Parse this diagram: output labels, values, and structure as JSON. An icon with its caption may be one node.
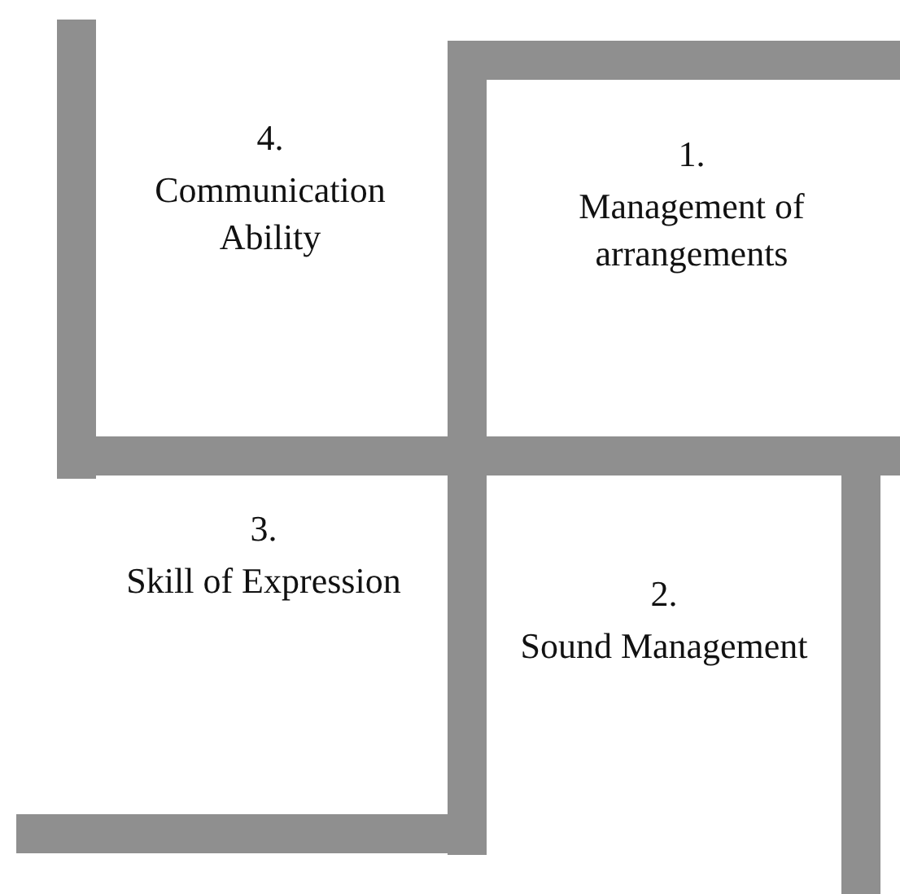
{
  "diagram": {
    "nodes": [
      {
        "text": [
          "4.",
          "Communication Ability"
        ]
      },
      {
        "text": [
          "1.",
          "Management of arrangements"
        ]
      },
      {
        "text": [
          "3.",
          "Skill of Expression"
        ]
      },
      {
        "text": [
          "2.",
          "Sound Management"
        ]
      }
    ]
  }
}
